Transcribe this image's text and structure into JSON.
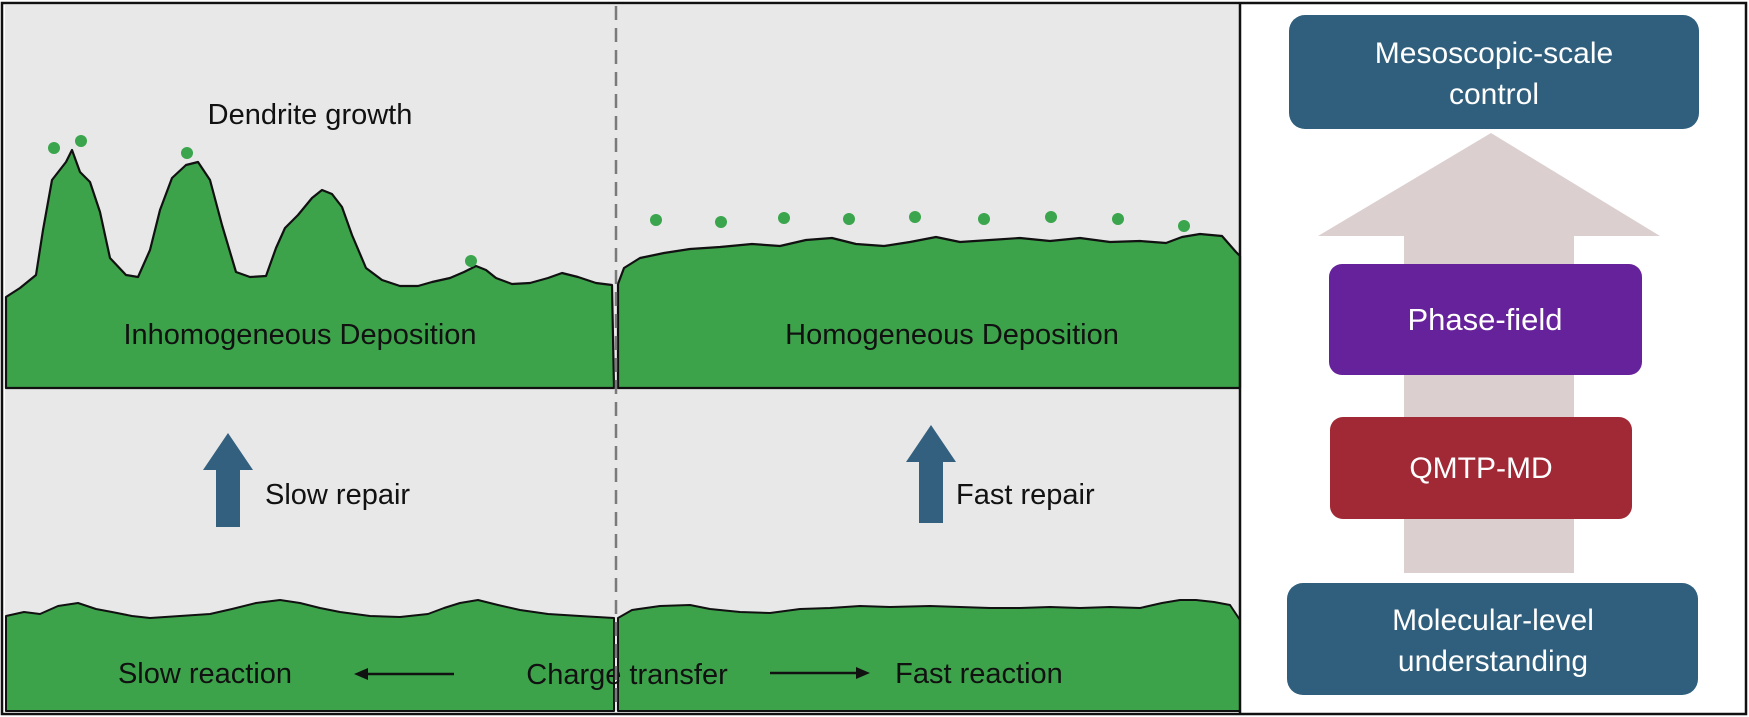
{
  "left_panel": {
    "top_left": {
      "dendrite_label": "Dendrite growth",
      "deposition_label": "Inhomogeneous Deposition"
    },
    "top_right": {
      "deposition_label": "Homogeneous Deposition"
    },
    "middle_left": {
      "repair_label": "Slow repair"
    },
    "middle_right": {
      "repair_label": "Fast repair"
    },
    "bottom": {
      "left_label": "Slow reaction",
      "center_label": "Charge transfer",
      "right_label": "Fast reaction"
    }
  },
  "right_panel": {
    "steps": {
      "top": {
        "line1": "Mesoscopic-scale",
        "line2": "control"
      },
      "phase_field": "Phase-field",
      "qmtp_md": "QMTP-MD",
      "bottom": {
        "line1": "Molecular-level",
        "line2": "understanding"
      }
    }
  },
  "colors": {
    "panel_bg": "#e8e8e8",
    "deposit_green": "#3da34b",
    "dot_green": "#3aa54c",
    "arrow_blue": "#33607f",
    "box_blue": "#2f5f7d",
    "box_purple": "#66229a",
    "box_red": "#a12935",
    "big_arrow": "#dccfcf"
  }
}
